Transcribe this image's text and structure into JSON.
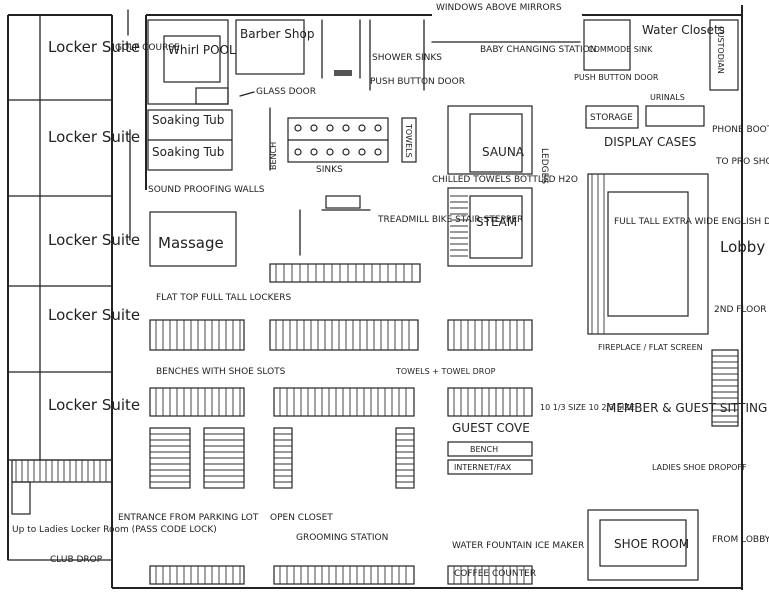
{
  "labels": {
    "windows": "WINDOWS ABOVE MIRRORS",
    "locker_suite": "Locker Suite",
    "golf_course": "GOLF COURSE",
    "whirlpool": "Whirl POOL",
    "barber_shop": "Barber Shop",
    "shower_sinks": "SHOWER SINKS",
    "push_button_door": "PUSH BUTTON DOOR",
    "baby_changing": "BABY CHANGING STATION",
    "commode_sink": "COMMODE SINK",
    "push_button_door_2": "PUSH BUTTON DOOR",
    "water_closets": "Water Closets",
    "custodian": "CUSTODIAN",
    "glass_door": "GLASS DOOR",
    "soaking_tub_1": "Soaking Tub",
    "soaking_tub_2": "Soaking Tub",
    "bench": "BENCH",
    "sinks": "SINKS",
    "towels": "TOWELS",
    "sauna": "SAUNA",
    "chilled": "CHILLED TOWELS BOTTLED H2O",
    "ledges": "LEDGES",
    "storage": "STORAGE",
    "urinals": "URINALS",
    "display_cases": "DISPLAY CASES",
    "phone_booths": "PHONE BOOTHS",
    "to_pro_shop": "TO PRO SHOP",
    "sound_proofing": "SOUND PROOFING WALLS",
    "massage": "Massage",
    "treadmill": "TREADMILL BIKE STAIR-STEPPER",
    "steam": "STEAM",
    "english_doors": "FULL TALL EXTRA WIDE ENGLISH DOORS",
    "lobby": "Lobby",
    "second_floor": "2ND FLOOR",
    "flat_top_lockers": "FLAT TOP FULL TALL LOCKERS",
    "benches_shoe": "BENCHES WITH SHOE SLOTS",
    "towels_drop": "TOWELS + TOWEL DROP",
    "fireplace": "FIREPLACE / FLAT SCREEN",
    "member_guest": "MEMBER & GUEST SITTING AREA",
    "sizes": "10 1/3 SIZE 10 2/3 SIZE",
    "guest_cove": "GUEST COVE",
    "bench_small": "BENCH",
    "internet_fax": "INTERNET/FAX",
    "ladies_shoe": "LADIES SHOE DROPOFF",
    "up_to_ladies": "Up to Ladies Locker Room (PASS CODE LOCK)",
    "entrance": "ENTRANCE FROM PARKING LOT",
    "open_closet": "OPEN CLOSET",
    "grooming": "GROOMING STATION",
    "water_fountain": "WATER FOUNTAIN ICE MAKER",
    "coffee_counter": "COFFEE COUNTER",
    "shoe_room": "SHOE ROOM",
    "from_lobby": "FROM LOBBY",
    "club_drop": "CLUB DROP"
  }
}
